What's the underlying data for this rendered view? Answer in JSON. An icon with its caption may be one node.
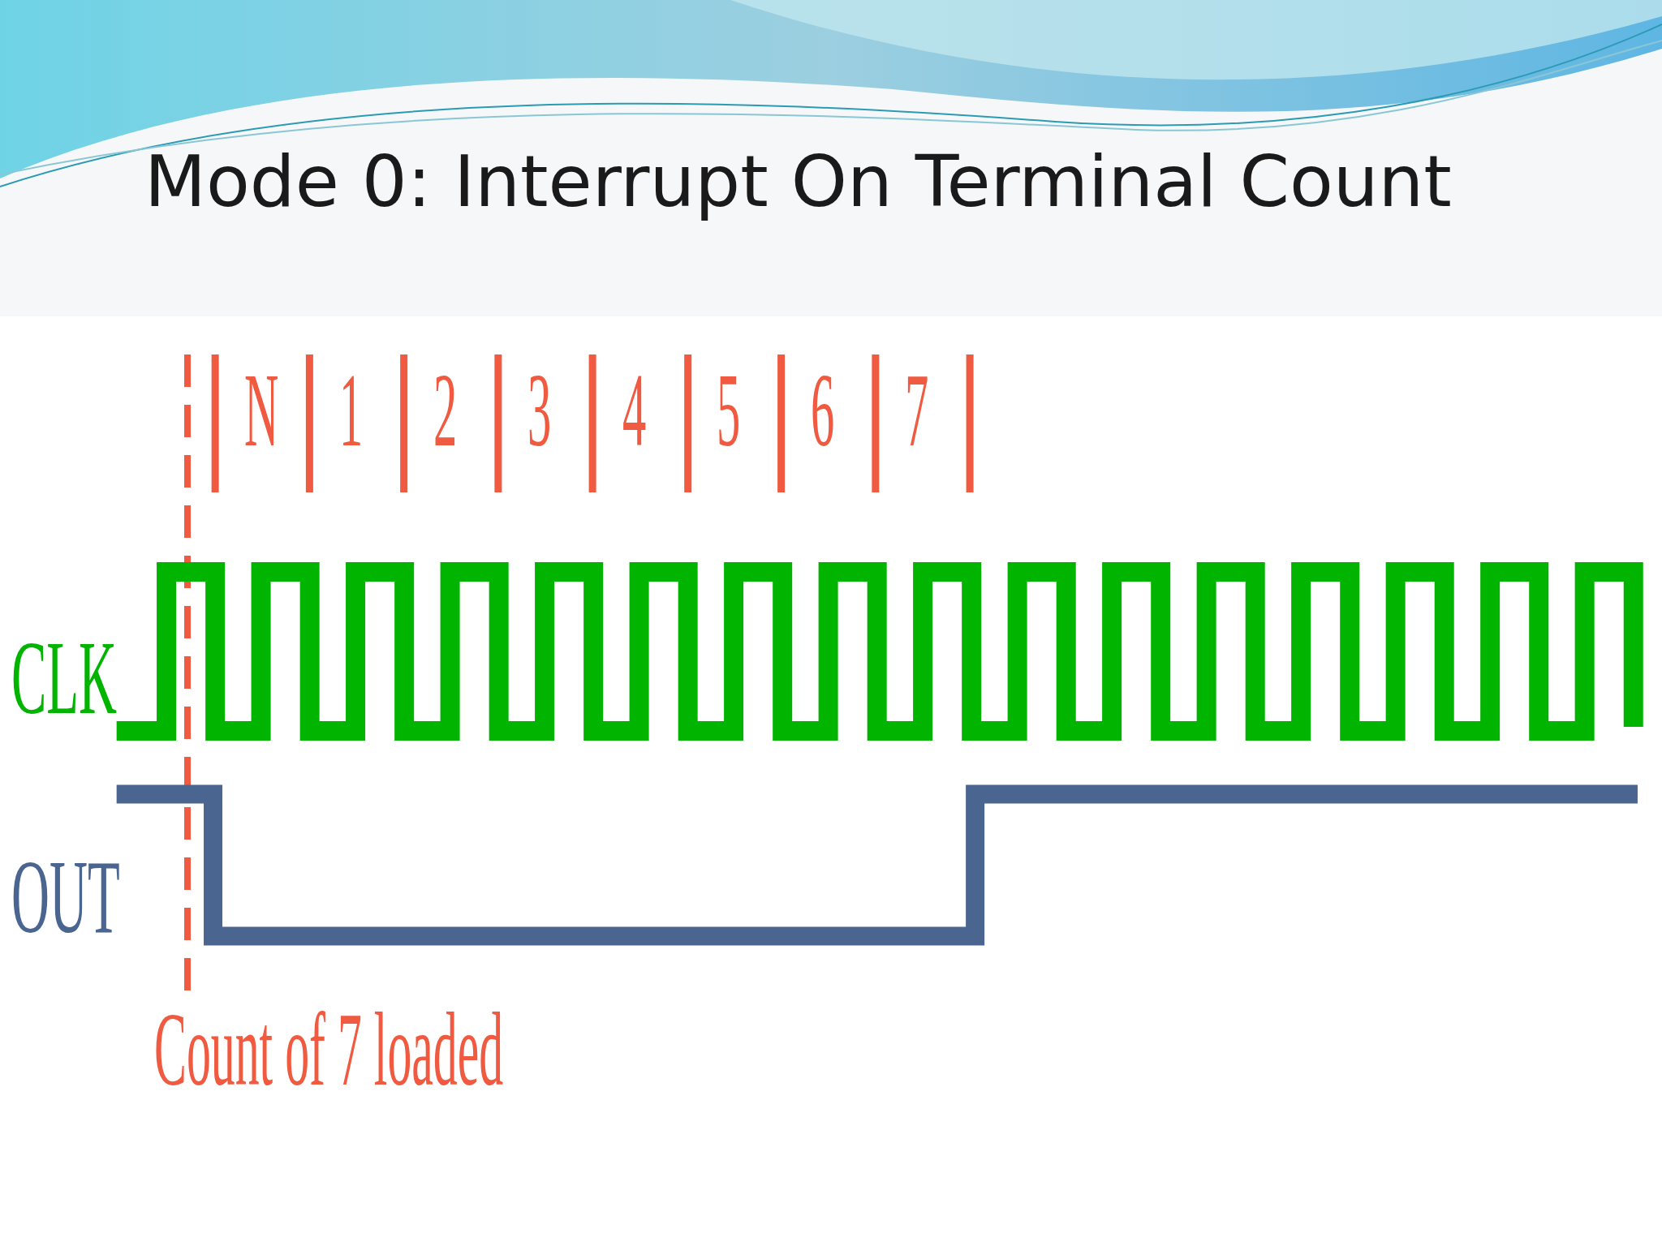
{
  "diagram": {
    "title": "Mode 0:  Interrupt On Terminal Count",
    "labels": [
      "N",
      "1",
      "2",
      "3",
      "4",
      "5",
      "6",
      "7",
      "CLK",
      "OUT",
      "Count of 7 loaded"
    ]
  }
}
